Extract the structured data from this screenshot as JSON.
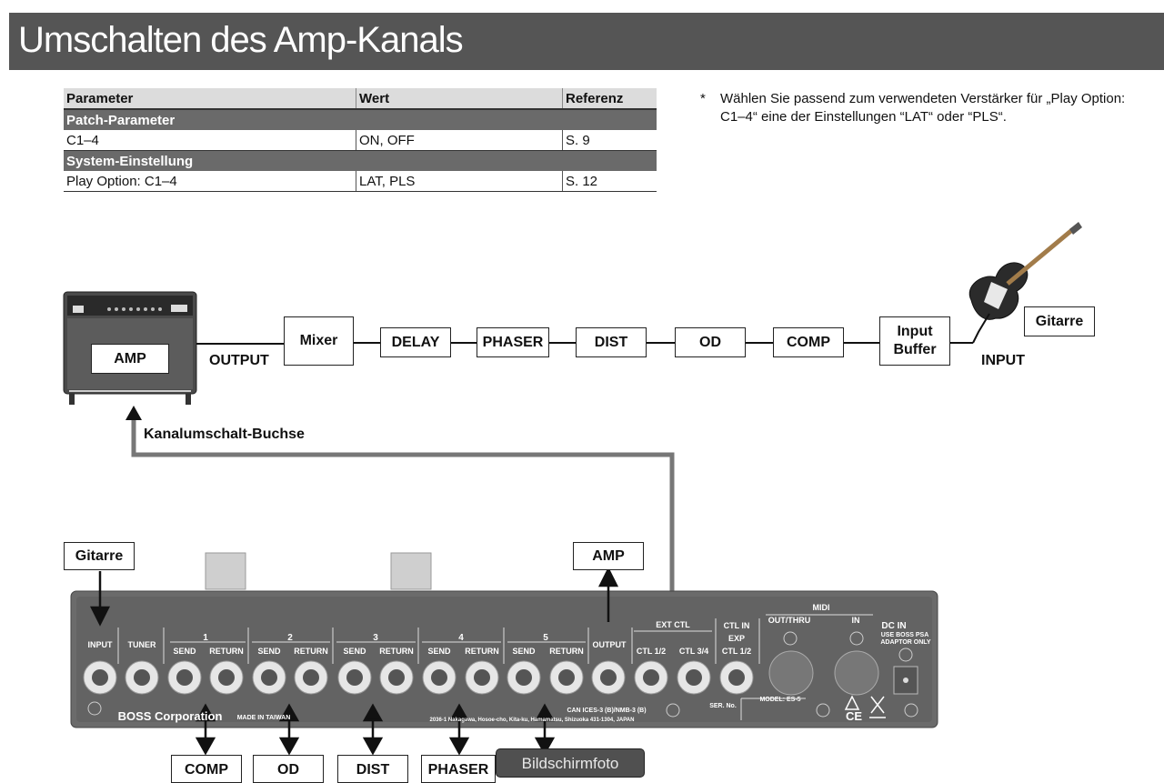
{
  "page": {
    "title": "Umschalten des Amp-Kanals"
  },
  "table": {
    "headers": [
      "Parameter",
      "Wert",
      "Referenz"
    ],
    "sections": [
      {
        "name": "Patch-Parameter",
        "rows": [
          {
            "parameter": "C1–4",
            "value": "ON, OFF",
            "reference": "S. 9"
          }
        ]
      },
      {
        "name": "System-Einstellung",
        "rows": [
          {
            "parameter": "Play Option: C1–4",
            "value": "LAT, PLS",
            "reference": "S. 12"
          }
        ]
      }
    ]
  },
  "note": {
    "marker": "*",
    "text_line1": "Wählen Sie passend zum verwendeten Verstärker für „Play Option:",
    "text_line2": "C1–4“ eine der Einstellungen “LAT“ oder “PLS“."
  },
  "diagram": {
    "amp_label": "AMP",
    "output_label": "OUTPUT",
    "input_label": "INPUT",
    "chain": [
      "Mixer",
      "DELAY",
      "PHASER",
      "DIST",
      "OD",
      "COMP"
    ],
    "input_buffer_line1": "Input",
    "input_buffer_line2": "Buffer",
    "guitar_label": "Gitarre",
    "channel_jack_label": "Kanalumschalt-Buchse"
  },
  "unit": {
    "guitar_label": "Gitarre",
    "amp_label": "AMP",
    "jacks": {
      "input": "INPUT",
      "tuner": "TUNER",
      "send": "SEND",
      "return": "RETURN",
      "loops": [
        "1",
        "2",
        "3",
        "4",
        "5"
      ],
      "output": "OUTPUT",
      "ext_ctl": "EXT CTL",
      "ctl_12": "CTL 1/2",
      "ctl_34": "CTL 3/4",
      "ctl_in": "CTL IN",
      "exp": "EXP",
      "midi": "MIDI",
      "out_thru": "OUT/THRU",
      "midi_in": "IN",
      "dc_in": "DC IN",
      "dc_note1": "USE BOSS PSA",
      "dc_note2": "ADAPTOR ONLY"
    },
    "brand": "BOSS Corporation",
    "made_in": "MADE IN TAIWAN",
    "address": "2036-1 Nakagawa, Hosoe-cho, Kita-ku, Hamamatsu, Shizuoka 431-1304, JAPAN",
    "compliance": "CAN ICES-3 (B)/NMB-3 (B)",
    "model": "MODEL: ES-5",
    "ser_no": "SER. No.",
    "bottom_labels": [
      "COMP",
      "OD",
      "DIST",
      "PHASER"
    ]
  },
  "tooltip": {
    "text": "Bildschirmfoto"
  }
}
